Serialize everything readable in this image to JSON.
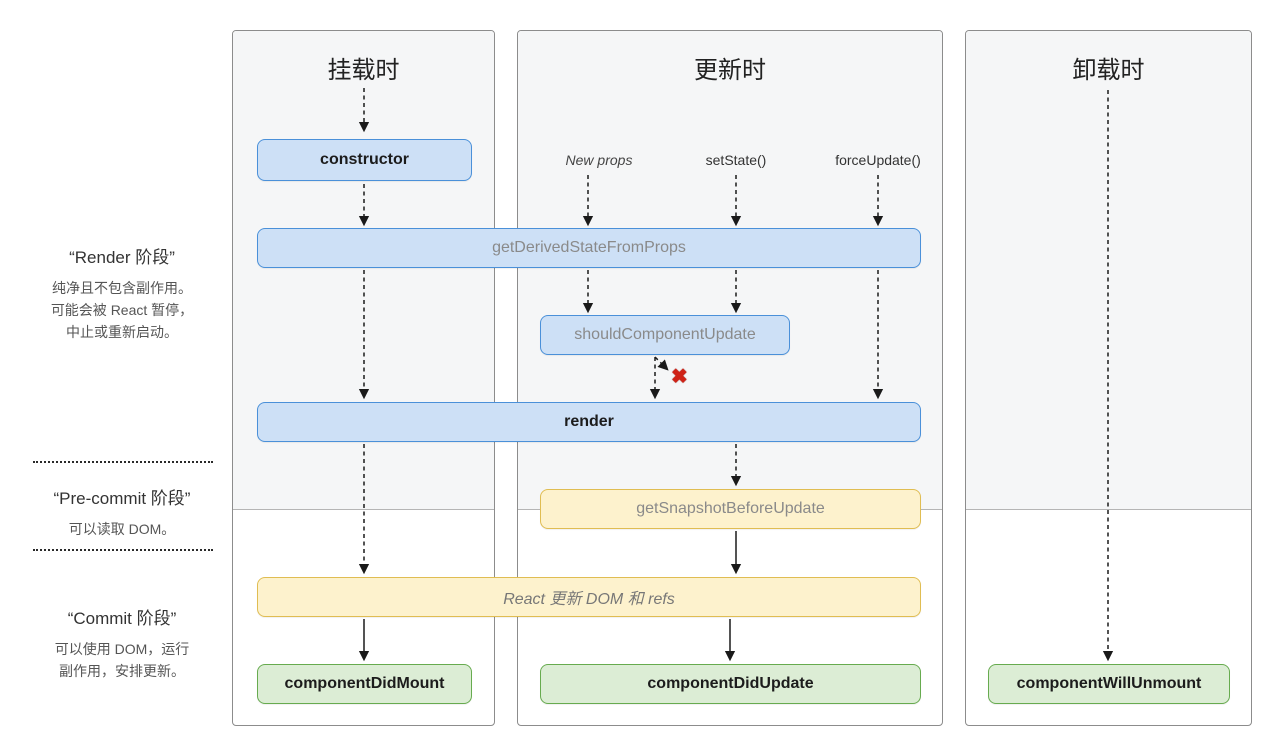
{
  "colors": {
    "column-bg": "#f5f6f7",
    "column-border": "#8c8c8c",
    "phase-line": "#b5b5b5",
    "blue-fill": "#cde0f6",
    "blue-border": "#4a90d9",
    "yellow-fill": "#fdf2cd",
    "yellow-border": "#e0bd52",
    "green-fill": "#dcedd5",
    "green-border": "#67ab4f",
    "arrow": "#1a1a1a",
    "x-red": "#cf2217"
  },
  "sidebar": {
    "render": {
      "title": "“Render 阶段”",
      "line1": "纯净且不包含副作用。",
      "line2": "可能会被 React 暂停，",
      "line3": "中止或重新启动。"
    },
    "precommit": {
      "title": "“Pre-commit 阶段”",
      "line1": "可以读取 DOM。"
    },
    "commit": {
      "title": "“Commit 阶段”",
      "line1": "可以使用 DOM，运行",
      "line2": "副作用，安排更新。"
    }
  },
  "columns": {
    "mount_title": "挂载时",
    "update_title": "更新时",
    "unmount_title": "卸载时"
  },
  "triggers": {
    "new_props": "New props",
    "set_state": "setState()",
    "force_update": "forceUpdate()"
  },
  "nodes": {
    "constructor_label": "constructor",
    "gdsfp_label": "getDerivedStateFromProps",
    "scu_label": "shouldComponentUpdate",
    "render_label": "render",
    "gsbu_label": "getSnapshotBeforeUpdate",
    "react_dom_label": "React 更新 DOM 和 refs",
    "cdm_label": "componentDidMount",
    "cdu_label": "componentDidUpdate",
    "cwu_label": "componentWillUnmount"
  },
  "icons": {
    "update_blocked": "✖"
  }
}
